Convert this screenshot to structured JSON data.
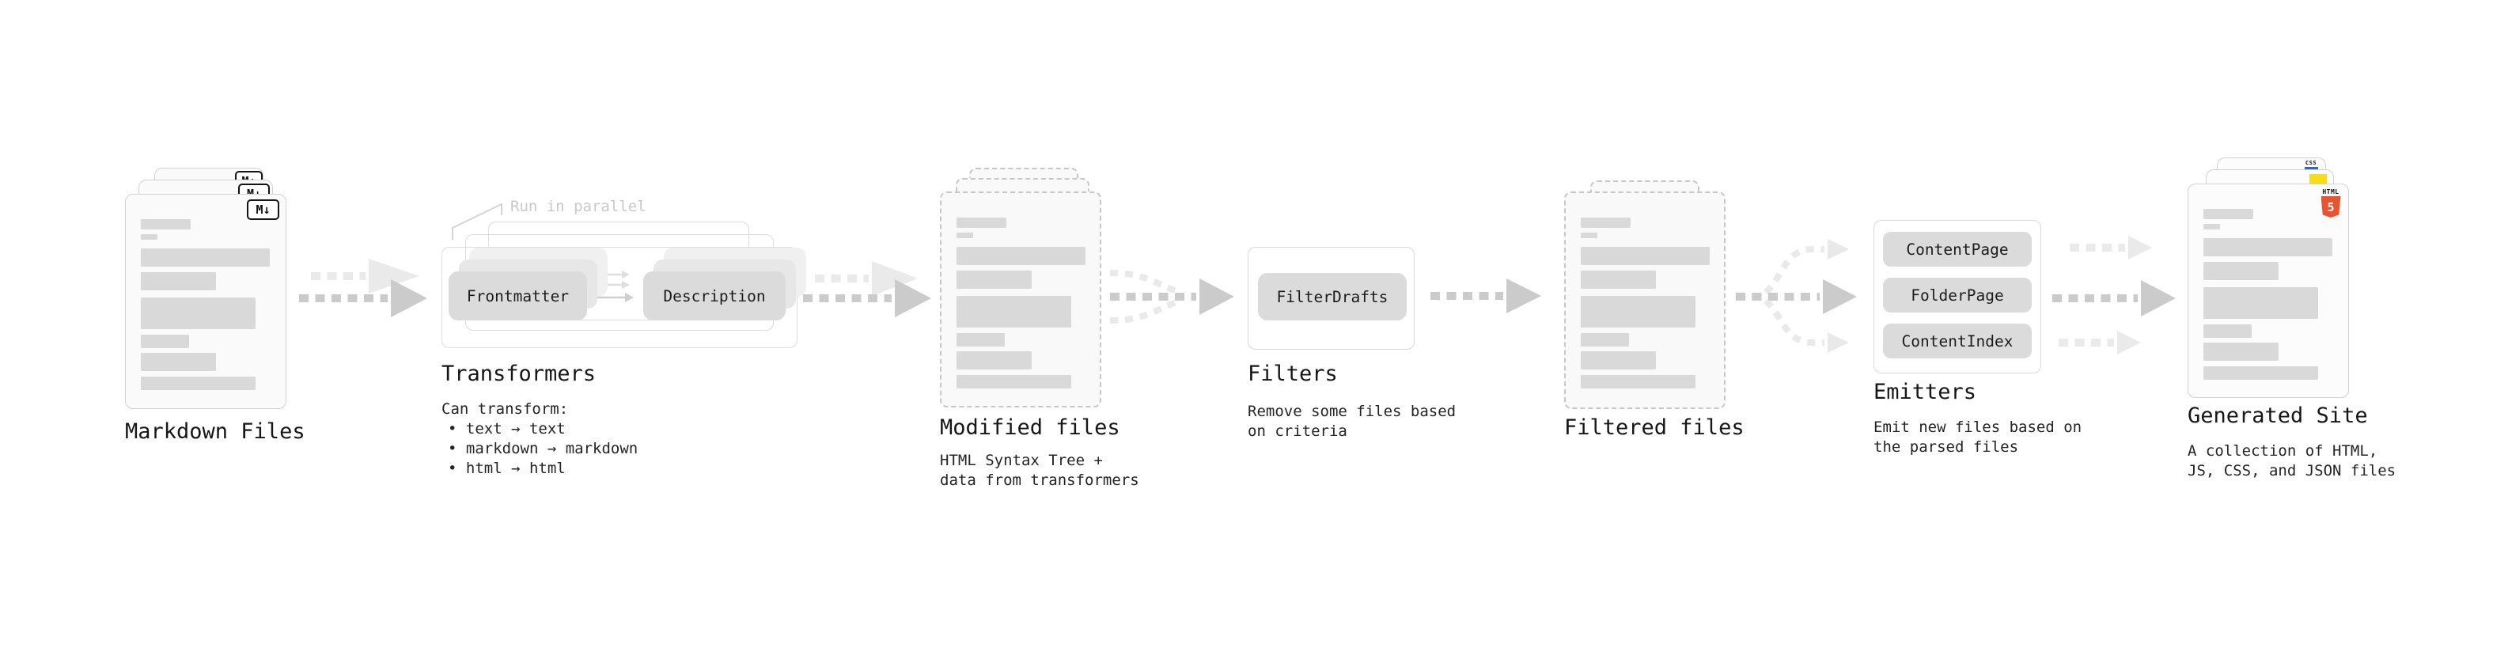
{
  "colors": {
    "html5_orange": "#e8542f",
    "js_yellow": "#f5de19",
    "css_blue": "#2a65da",
    "arrow_gray": "#cbcbcb",
    "arrow_light": "#eaeaea"
  },
  "stages": {
    "markdown": {
      "title": "Markdown Files",
      "badge": "M↓"
    },
    "transformers": {
      "annotation": "Run in parallel",
      "pill_frontmatter": "Frontmatter",
      "pill_description": "Description",
      "title": "Transformers",
      "caption": "Can transform:",
      "bullets": [
        "• text → text",
        "• markdown → markdown",
        "• html → html"
      ]
    },
    "modified": {
      "title": "Modified files",
      "caption": [
        "HTML Syntax Tree +",
        "data from transformers"
      ]
    },
    "filters": {
      "pill": "FilterDrafts",
      "title": "Filters",
      "caption": [
        "Remove some files based",
        "on criteria"
      ]
    },
    "filtered": {
      "title": "Filtered files"
    },
    "emitters": {
      "pills": [
        "ContentPage",
        "FolderPage",
        "ContentIndex"
      ],
      "title": "Emitters",
      "caption": [
        "Emit new files based on",
        "the parsed files"
      ]
    },
    "generated": {
      "title": "Generated Site",
      "caption": [
        "A collection of HTML,",
        "JS, CSS, and JSON files"
      ],
      "css_badge": "CSS",
      "html_badge_label": "HTML",
      "html_badge_number": "5"
    }
  }
}
